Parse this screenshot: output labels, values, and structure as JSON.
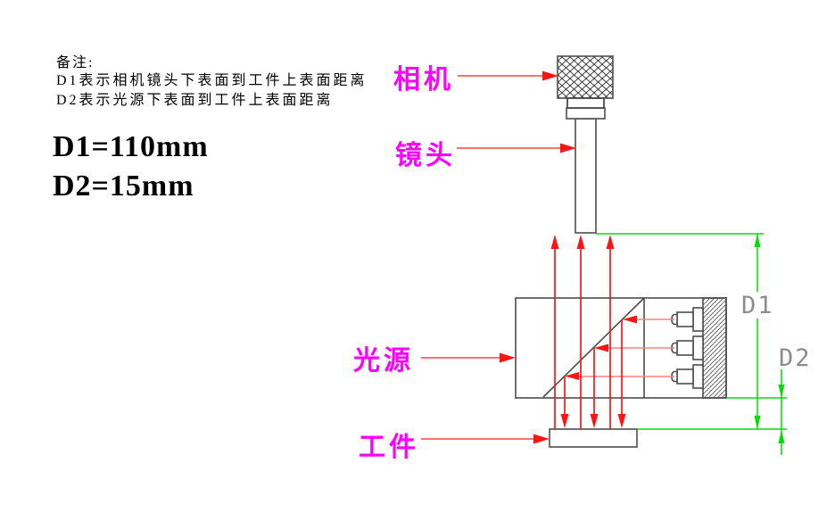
{
  "notes": {
    "title": "备注:",
    "line1": "D1表示相机镜头下表面到工件上表面距离",
    "line2": "D2表示光源下表面到工件上表面距离"
  },
  "specs": {
    "d1": "D1=110mm",
    "d2": "D2=15mm"
  },
  "component_labels": {
    "camera": "相机",
    "lens": "镜头",
    "light_source": "光源",
    "workpiece": "工件"
  },
  "dimension_labels": {
    "d1": "D1",
    "d2": "D2"
  },
  "colors": {
    "label-magenta": "#ff00ff",
    "ray-red": "#ff1414",
    "ray-red-light": "#ff8080",
    "leader-red": "#ff4040",
    "dim-green": "#00dd00",
    "outline-gray": "#4d4d4d",
    "dim-text-gray": "#8c8c8c",
    "ink-black": "#000000"
  }
}
